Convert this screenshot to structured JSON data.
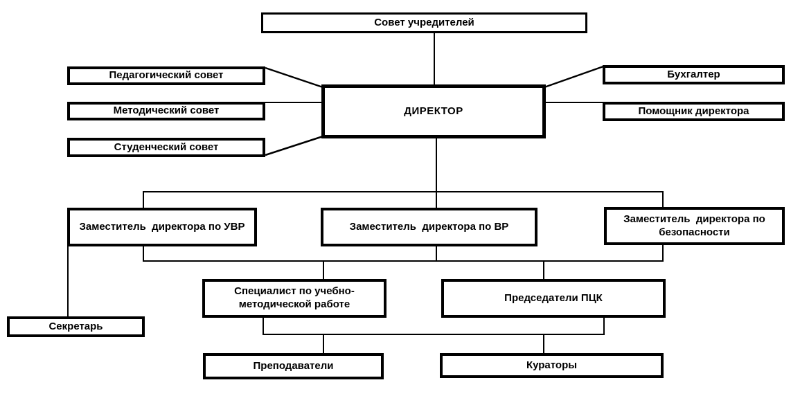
{
  "chart_data": {
    "type": "org-chart",
    "title": "",
    "colors": {
      "line": "#000000",
      "box_background": "#ffffff",
      "text": "#000000"
    },
    "nodes": {
      "founders": "Совет учредителей",
      "director": "ДИРЕКТОР",
      "pedagogical_council": "Педагогический совет",
      "methodical_council": "Методический совет",
      "student_council": "Студенческий совет",
      "accountant": "Бухгалтер",
      "director_assistant": "Помощник директора",
      "deputy_uvr": "Заместитель  директора по УВР",
      "deputy_vr": "Заместитель  директора по ВР",
      "deputy_security": "Заместитель  директора по\nбезопасности",
      "secretary": "Секретарь",
      "methodology_specialist": "Специалист по учебно-\nметодической работе",
      "pck_chairs": "Председатели ПЦК",
      "teachers": "Преподаватели",
      "curators": "Кураторы"
    },
    "edges": [
      [
        "founders",
        "director"
      ],
      [
        "pedagogical_council",
        "director"
      ],
      [
        "methodical_council",
        "director"
      ],
      [
        "student_council",
        "director"
      ],
      [
        "director",
        "accountant"
      ],
      [
        "director",
        "director_assistant"
      ],
      [
        "director",
        "deputy_uvr"
      ],
      [
        "director",
        "deputy_vr"
      ],
      [
        "director",
        "deputy_security"
      ],
      [
        "deputy_uvr",
        "secretary"
      ],
      [
        "deputy_uvr",
        "methodology_specialist"
      ],
      [
        "deputy_vr",
        "methodology_specialist"
      ],
      [
        "deputy_security",
        "pck_chairs"
      ],
      [
        "methodology_specialist",
        "teachers"
      ],
      [
        "pck_chairs",
        "curators"
      ]
    ]
  }
}
